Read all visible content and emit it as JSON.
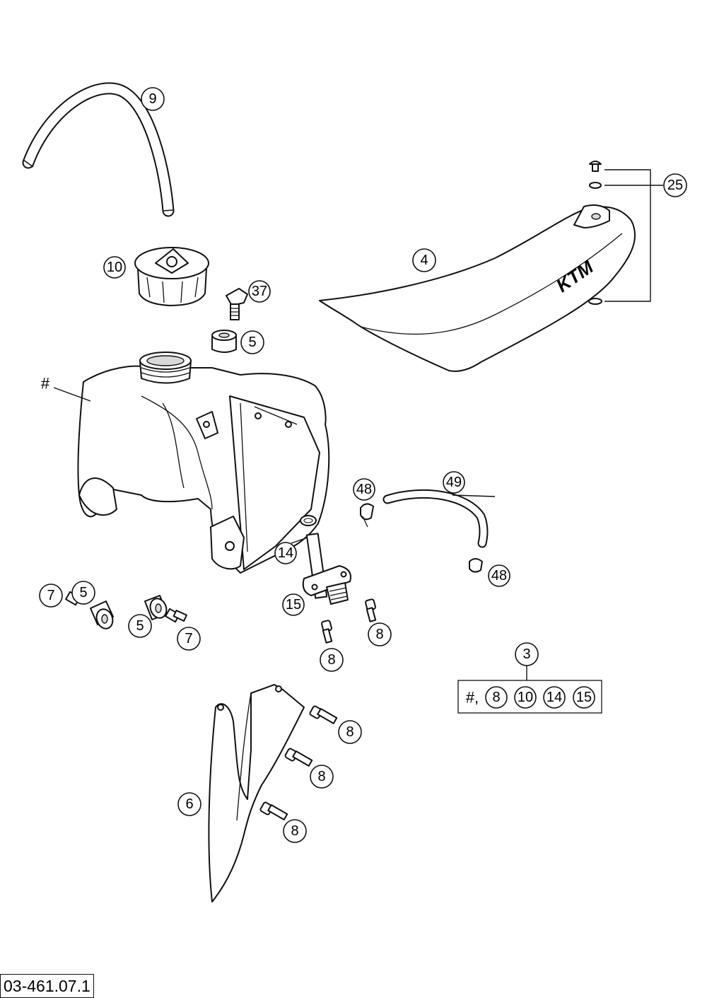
{
  "callouts": {
    "c9": "9",
    "c10": "10",
    "c37": "37",
    "c5a": "5",
    "c25": "25",
    "c4": "4",
    "hash": "#",
    "c48a": "48",
    "c49": "49",
    "c14": "14",
    "c48b": "48",
    "c7a": "7",
    "c5b": "5",
    "c15": "15",
    "c8a": "8",
    "c5c": "5",
    "c7b": "7",
    "c8b": "8",
    "c3": "3",
    "c8c": "8",
    "c8d": "8",
    "c6": "6",
    "c8e": "8"
  },
  "kit": {
    "prefix": "#,",
    "items": [
      "8",
      "10",
      "14",
      "15"
    ]
  },
  "seat_logo": "KTM",
  "drawing_number": "03-461.07.1"
}
